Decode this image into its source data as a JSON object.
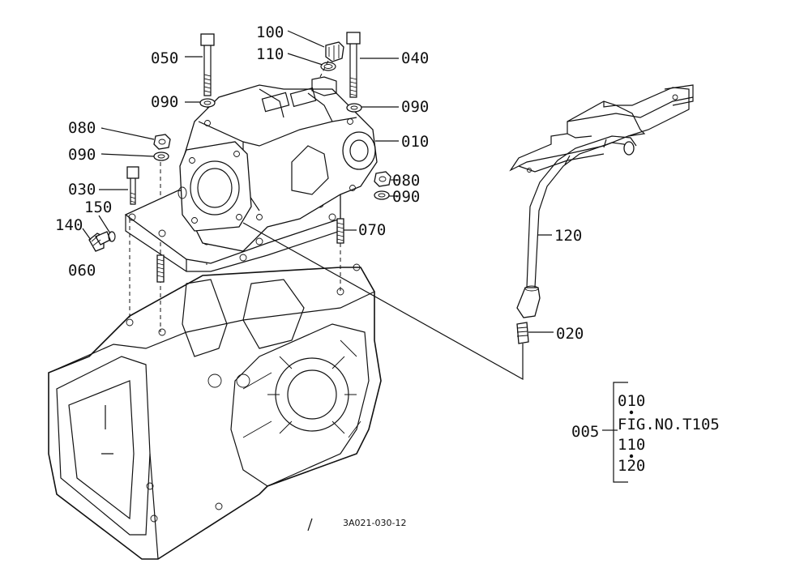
{
  "labels": {
    "p100": "100",
    "p110": "110",
    "p050": "050",
    "p040": "040",
    "p090a": "090",
    "p090b": "090",
    "p080a": "080",
    "p010": "010",
    "p090c": "090",
    "p080b": "080",
    "p090d": "090",
    "p030": "030",
    "p150": "150",
    "p140": "140",
    "p070": "070",
    "p060": "060",
    "p120": "120",
    "p020": "020"
  },
  "reference": {
    "main": "005",
    "top": "010",
    "fig": "FIG.NO.T105",
    "mid": "110",
    "bottom": "120"
  },
  "drawing_code": "3A021-030-12"
}
